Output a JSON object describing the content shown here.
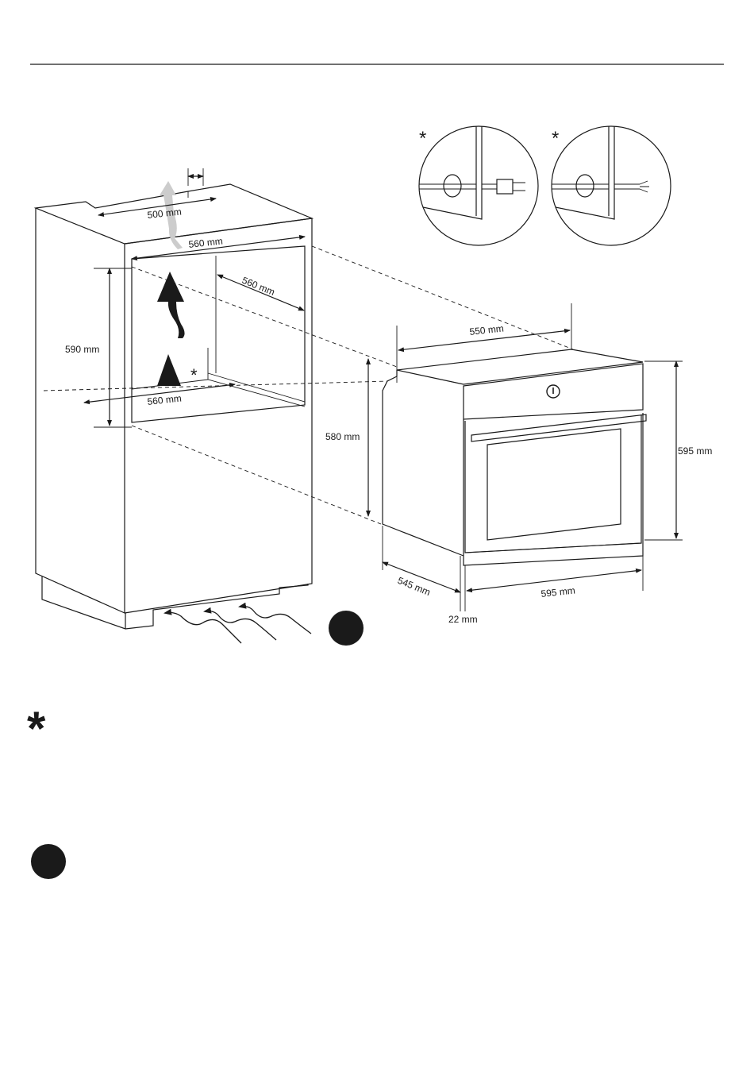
{
  "dimensions": {
    "niche_top_depth": "500 mm",
    "niche_top_width": "560 mm",
    "niche_side_depth": "560 mm",
    "niche_height": "590 mm",
    "niche_bottom_width": "560 mm",
    "oven_top_width": "550 mm",
    "oven_body_height": "580 mm",
    "oven_front_height": "595 mm",
    "oven_depth": "545 mm",
    "oven_front_width": "595 mm",
    "oven_front_thickness": "22 mm"
  },
  "markers": {
    "asterisk": "*"
  },
  "icons": {
    "plug_detail": "plug-detail-icon",
    "cable_detail": "cable-detail-icon",
    "ventilation_marker": "filled-circle-icon"
  }
}
